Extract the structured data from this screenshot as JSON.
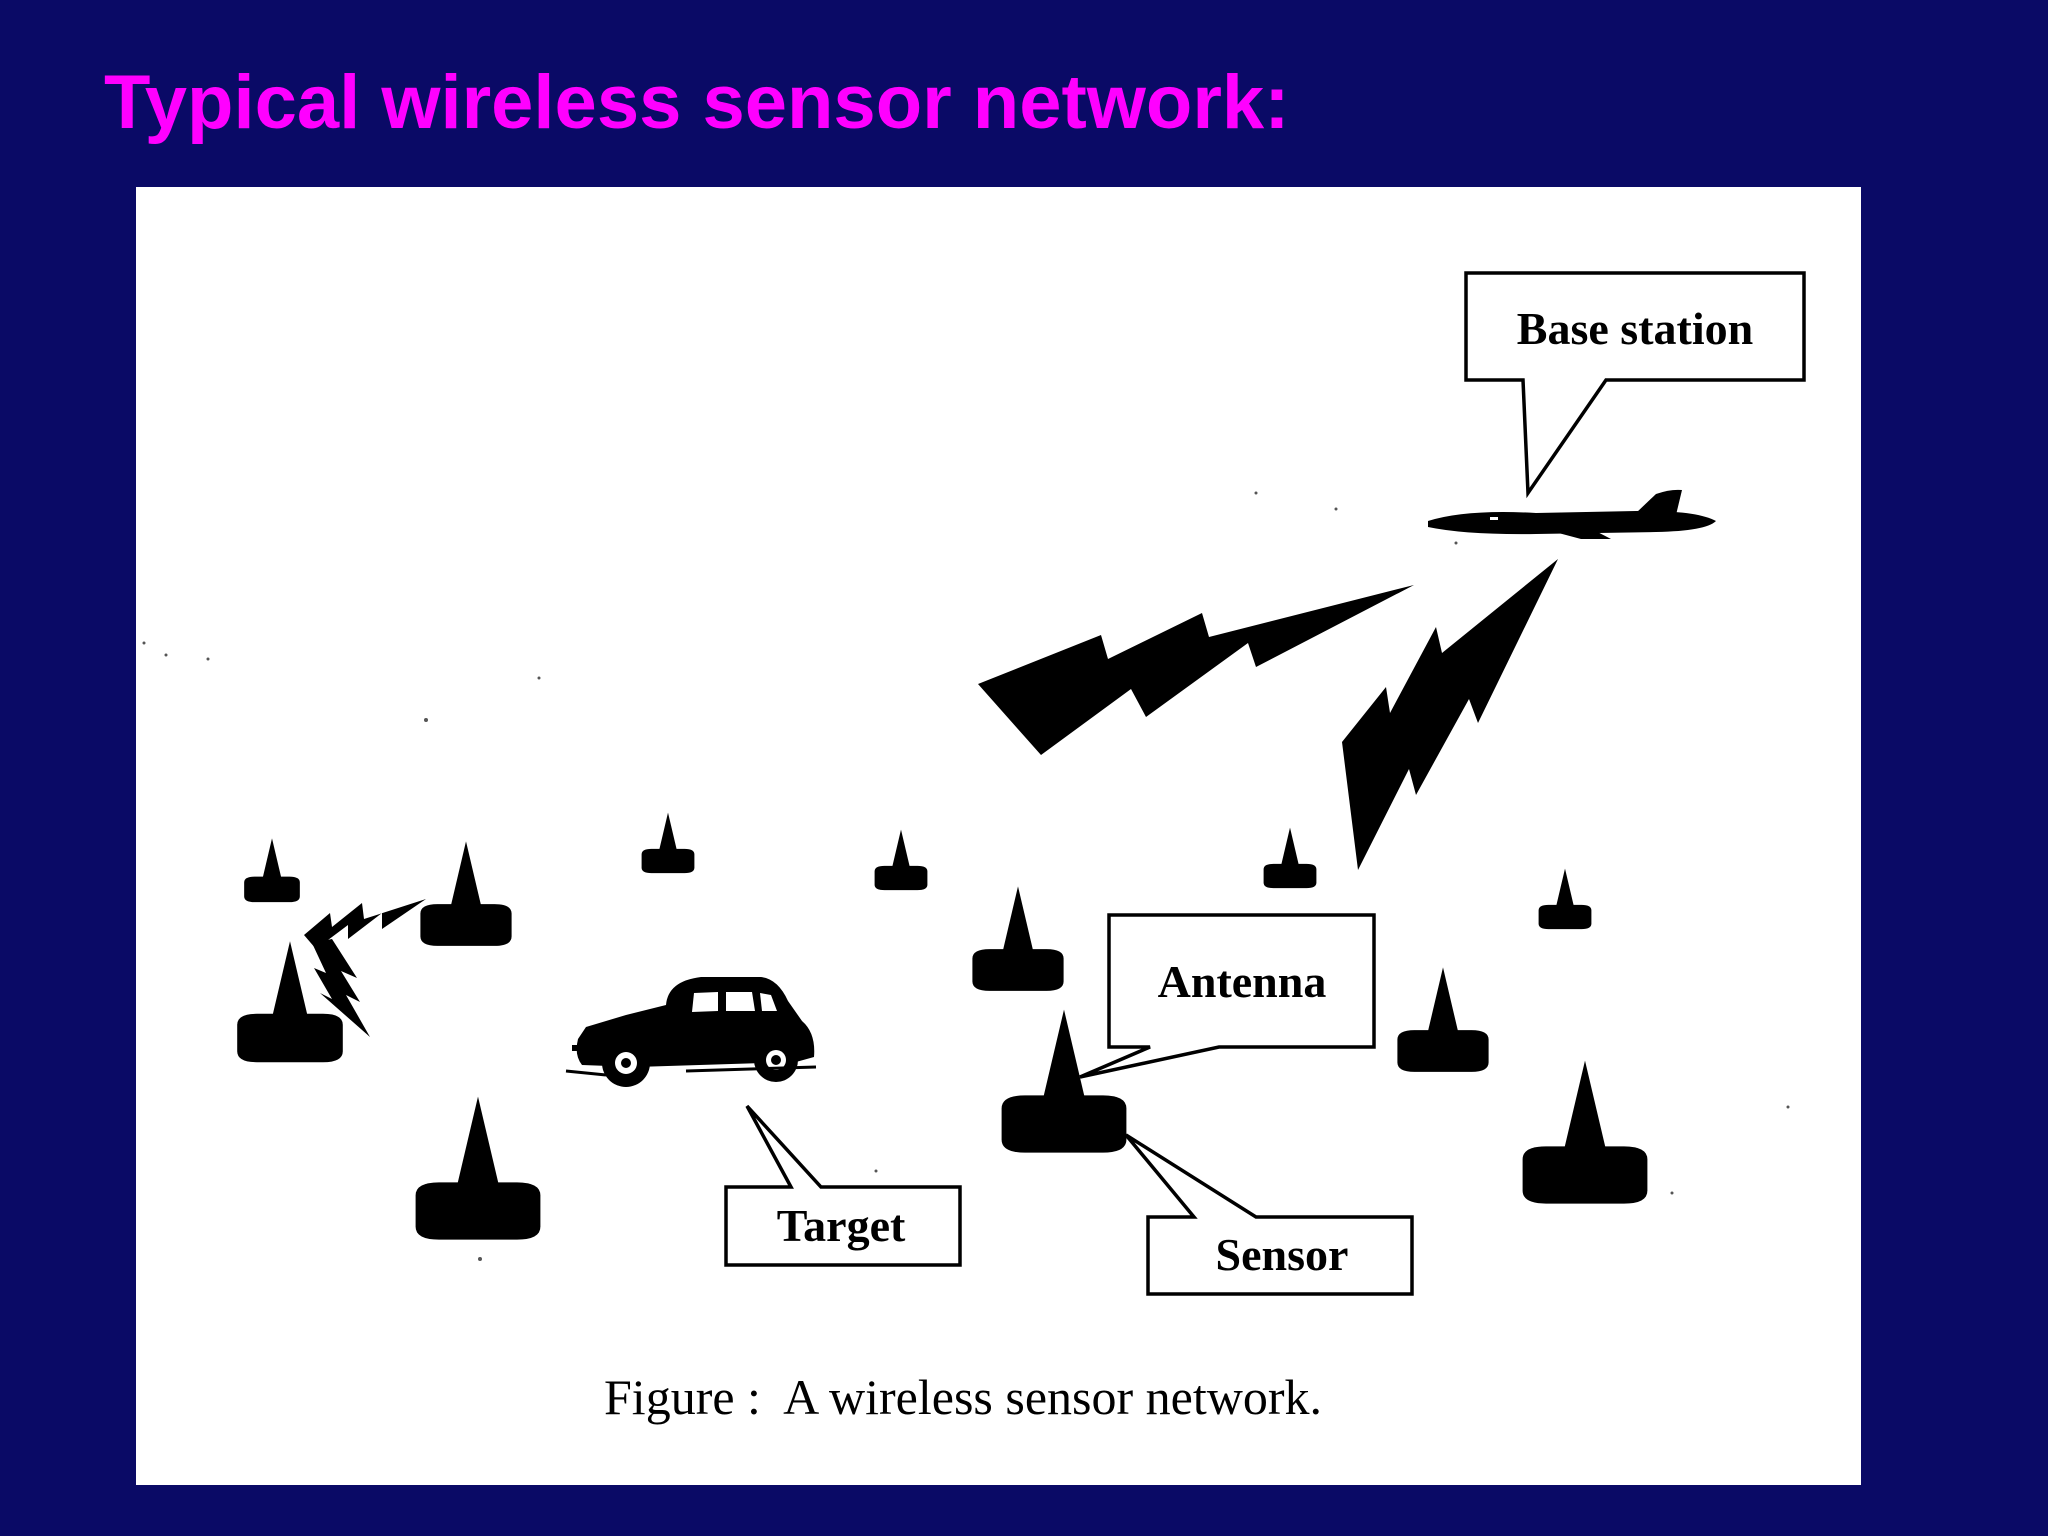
{
  "slide": {
    "title": "Typical wireless sensor network:"
  },
  "figure": {
    "callouts": {
      "base_station": "Base station",
      "antenna": "Antenna",
      "target": "Target",
      "sensor": "Sensor"
    },
    "caption": "Figure :  A wireless sensor network."
  },
  "colors": {
    "background": "#0a0a66",
    "title": "#ff00ff",
    "panel": "#ffffff",
    "ink": "#000000"
  },
  "icons": [
    "aircraft-icon",
    "car-icon",
    "sensor-node-icon",
    "radio-link-icon"
  ]
}
